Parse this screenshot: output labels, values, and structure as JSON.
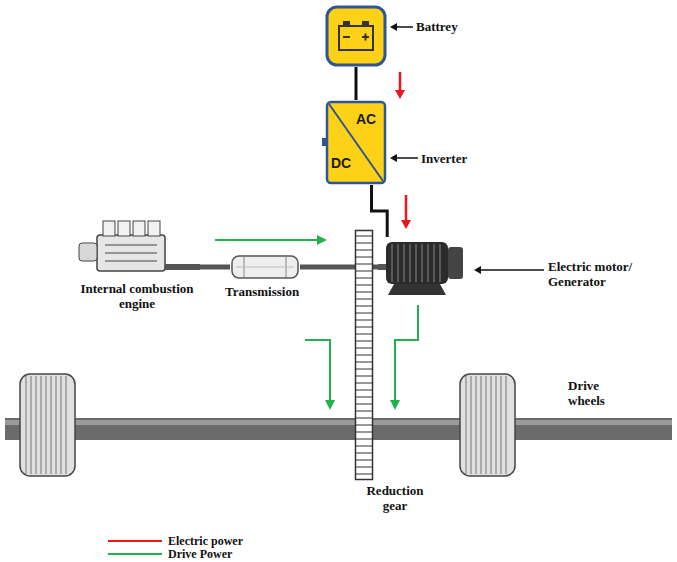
{
  "diagram": {
    "nodes": [
      {
        "text": [
          "Battrey"
        ]
      },
      {
        "text": [
          "AC",
          "DC",
          "Inverter"
        ]
      },
      {
        "text": [
          "Electric motor/ Generator"
        ]
      },
      {
        "text": [
          "Internal combustion engine"
        ]
      },
      {
        "text": [
          "Transmission"
        ]
      },
      {
        "text": [
          "Reduction gear"
        ]
      },
      {
        "text": [
          "Drive wheels"
        ]
      }
    ],
    "edges": [
      {
        "from": 0,
        "to": 1,
        "arrow": "none"
      },
      {
        "from": 1,
        "to": 2,
        "arrow": "none"
      },
      {
        "from": 3,
        "to": 4,
        "arrow": "none"
      },
      {
        "from": 4,
        "to": 5,
        "arrow": "none"
      },
      {
        "from": 2,
        "to": 5,
        "arrow": "none"
      }
    ],
    "legend": [
      {
        "text": "Electric power"
      },
      {
        "text": "Drive Power"
      }
    ]
  }
}
